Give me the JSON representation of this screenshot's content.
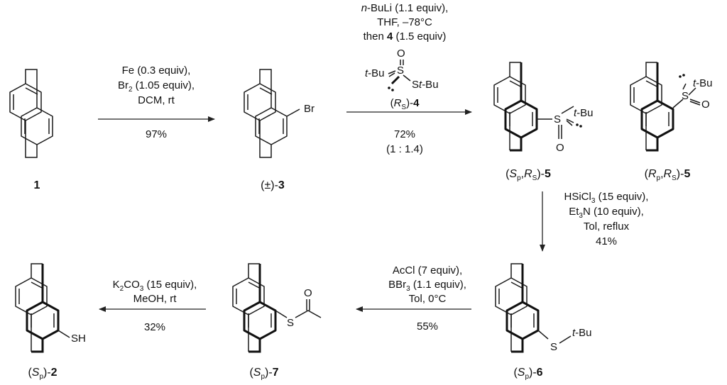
{
  "compounds": {
    "c1": {
      "label": "1"
    },
    "c3": {
      "label": "(±)-3",
      "substituent": "Br"
    },
    "c5a": {
      "label": "(Sp,RS)-5",
      "sub1": "t-Bu",
      "sub2": "O"
    },
    "c5b": {
      "label": "(Rp,RS)-5",
      "sub1": "t-Bu",
      "sub2": "O"
    },
    "c6": {
      "label": "(Sp)-6",
      "substituent": "S",
      "sub2": "t-Bu"
    },
    "c7": {
      "label": "(Sp)-7",
      "substituent": "S",
      "carbonyl": "O"
    },
    "c2": {
      "label": "(Sp)-2",
      "substituent": "SH"
    }
  },
  "reagent4": {
    "tbu_left": "t-Bu",
    "s_center": "S",
    "o": "O",
    "s_right": "St-Bu"
  },
  "steps": {
    "step1": {
      "line1": "Fe (0.3 equiv),",
      "line2": "Br2 (1.05 equiv),",
      "line3": "DCM, rt",
      "yield": "97%"
    },
    "step2": {
      "line1": "n-BuLi (1.1 equiv),",
      "line2": "THF, –78°C",
      "line3": "then 4 (1.5 equiv)",
      "reagent_label": "(RS)-4",
      "yield": "72%",
      "ratio": "(1 : 1.4)"
    },
    "step3": {
      "line1": "HSiCl3 (15 equiv),",
      "line2": "Et3N (10 equiv),",
      "line3": "Tol, reflux",
      "yield": "41%"
    },
    "step4": {
      "line1": "AcCl (7 equiv),",
      "line2": "BBr3 (1.1 equiv),",
      "line3": "Tol, 0°C",
      "yield": "55%"
    },
    "step5": {
      "line1": "K2CO3 (15 equiv),",
      "line2": "MeOH, rt",
      "yield": "32%"
    }
  }
}
